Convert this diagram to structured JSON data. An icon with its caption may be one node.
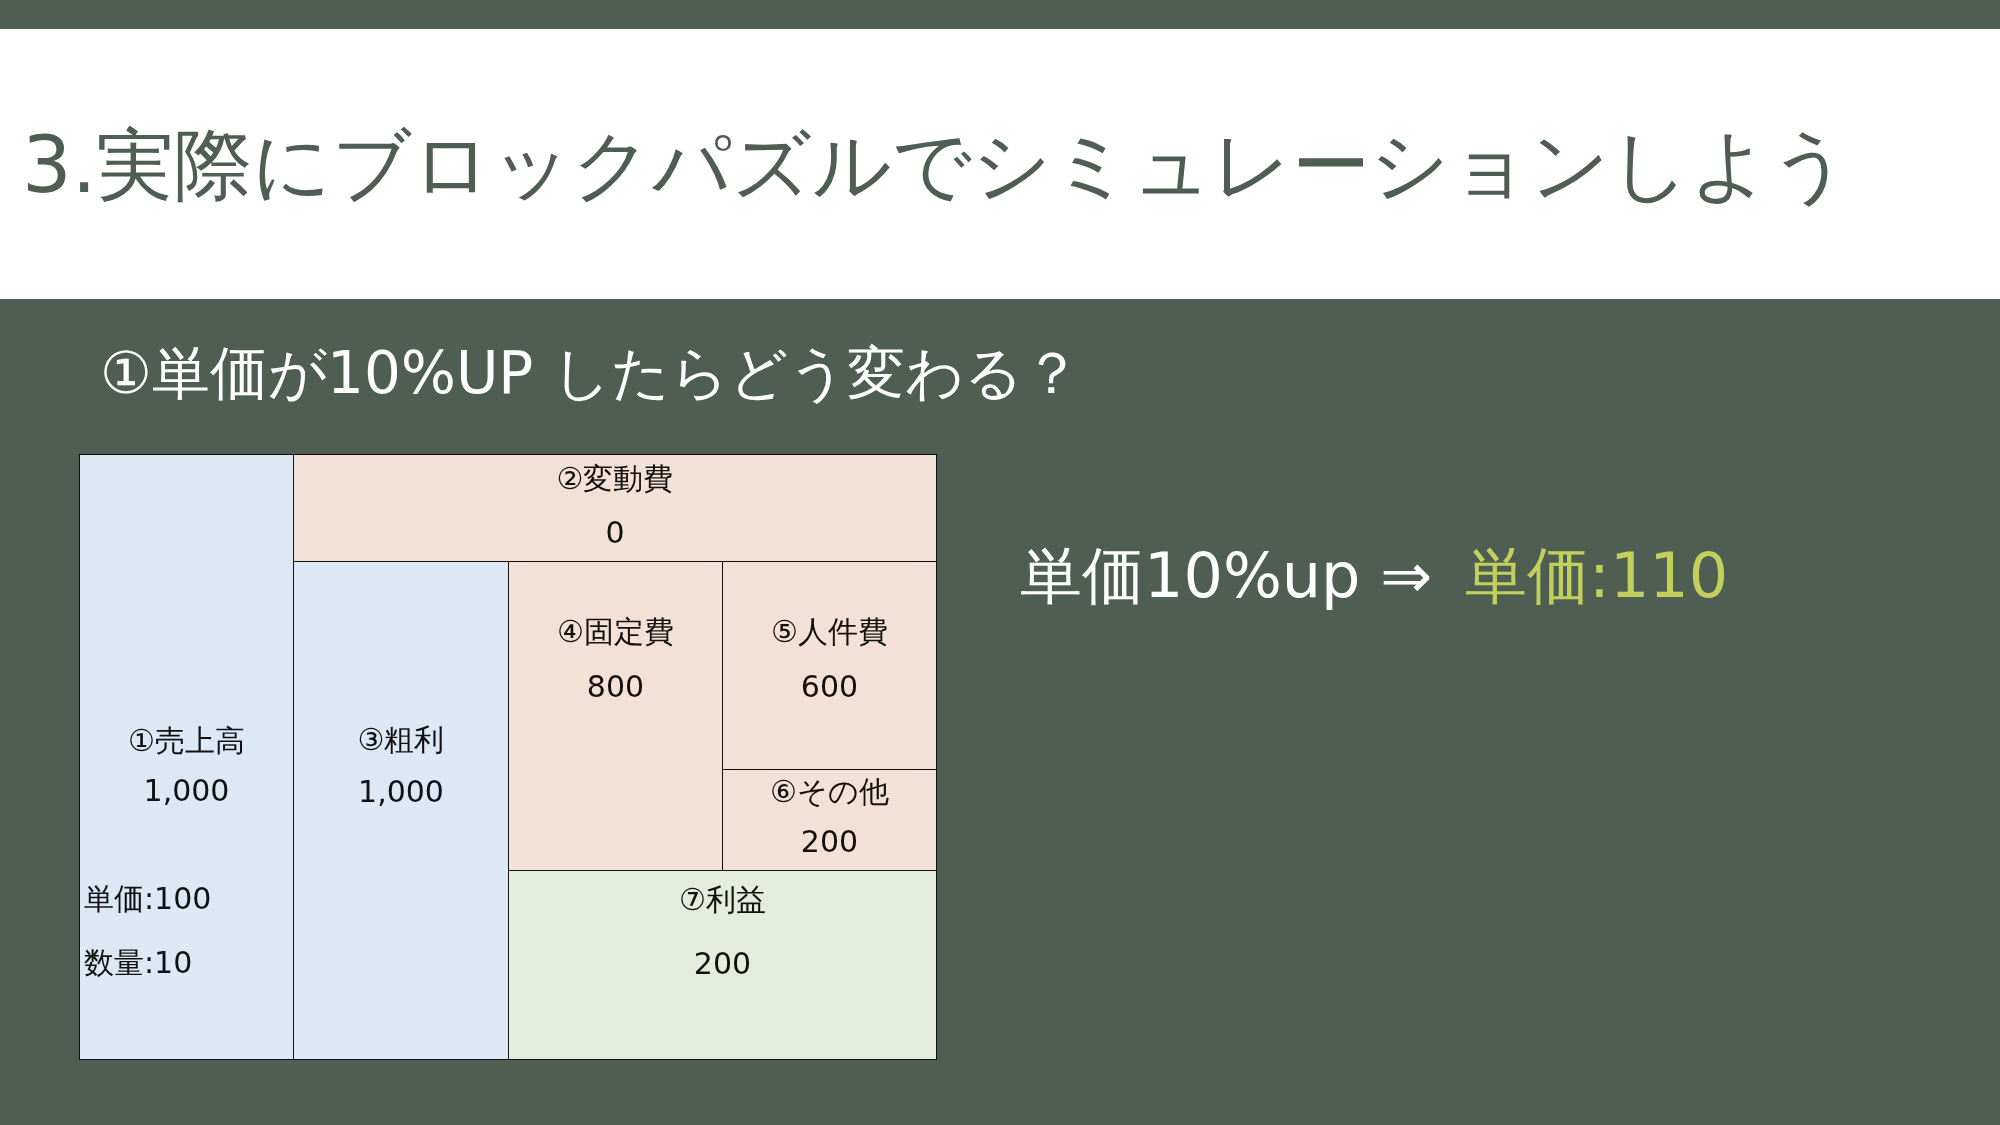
{
  "diagram": {
    "title": "3.実際にブロックパズルでシミュレーションしよう",
    "nodes": [
      {
        "text": [
          "①売上高",
          "1,000",
          "単価:100",
          "数量:10"
        ]
      },
      {
        "text": [
          "②変動費",
          "0"
        ]
      },
      {
        "text": [
          "③粗利",
          "1,000"
        ]
      },
      {
        "text": [
          "④固定費",
          "800"
        ]
      },
      {
        "text": [
          "⑤人件費",
          "600"
        ]
      },
      {
        "text": [
          "⑥その他",
          "200"
        ]
      },
      {
        "text": [
          "⑦利益",
          "200"
        ]
      }
    ],
    "labels": [
      "①単価が10%UP したらどう変わる？",
      "単価10%up ⇒",
      "単価:110"
    ]
  }
}
